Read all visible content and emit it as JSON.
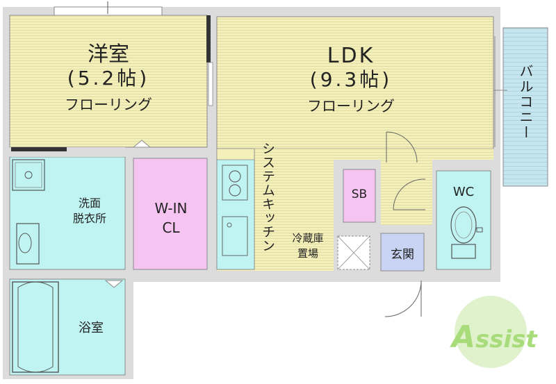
{
  "rooms": {
    "western": {
      "name": "洋室",
      "size": "(5.2帖)",
      "floor": "フローリング"
    },
    "ldk": {
      "name": "LDK",
      "size": "(9.3帖)",
      "floor": "フローリング"
    },
    "balcony": {
      "name": "バルコニー"
    },
    "washroom": {
      "line1": "洗面",
      "line2": "脱衣所"
    },
    "walkin": {
      "line1": "W-IN",
      "line2": "CL"
    },
    "kitchen": {
      "name": "システムキッチン"
    },
    "storage": {
      "name": "SB"
    },
    "toilet": {
      "name": "WC"
    },
    "fridge": {
      "line1": "冷蔵庫",
      "line2": "置場"
    },
    "entrance": {
      "name": "玄関"
    },
    "bath": {
      "name": "浴室"
    }
  },
  "logo": {
    "text": "Assist"
  },
  "colors": {
    "flooring": "#f3f0bb",
    "water": "#bff4f2",
    "closet": "#f6c4f1",
    "entrance": "#c9d4f5",
    "balcony": "#c5e6ef",
    "wall": "#dcdcdc",
    "logo": "#a8dc7a"
  }
}
